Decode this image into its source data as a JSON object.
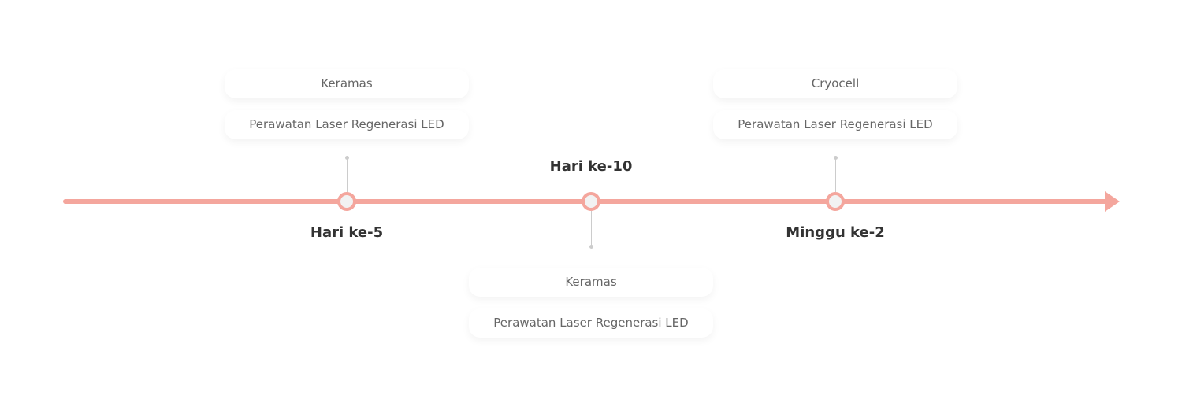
{
  "colors": {
    "accent": "#f4a69d",
    "text": "#666666",
    "label": "#333333"
  },
  "milestones": [
    {
      "label": "Hari ke-5",
      "items": [
        "Keramas",
        "Perawatan Laser Regenerasi LED"
      ]
    },
    {
      "label": "Hari ke-10",
      "items": [
        "Keramas",
        "Perawatan Laser Regenerasi LED"
      ]
    },
    {
      "label": "Minggu ke-2",
      "items": [
        "Cryocell",
        "Perawatan Laser Regenerasi LED"
      ]
    }
  ]
}
